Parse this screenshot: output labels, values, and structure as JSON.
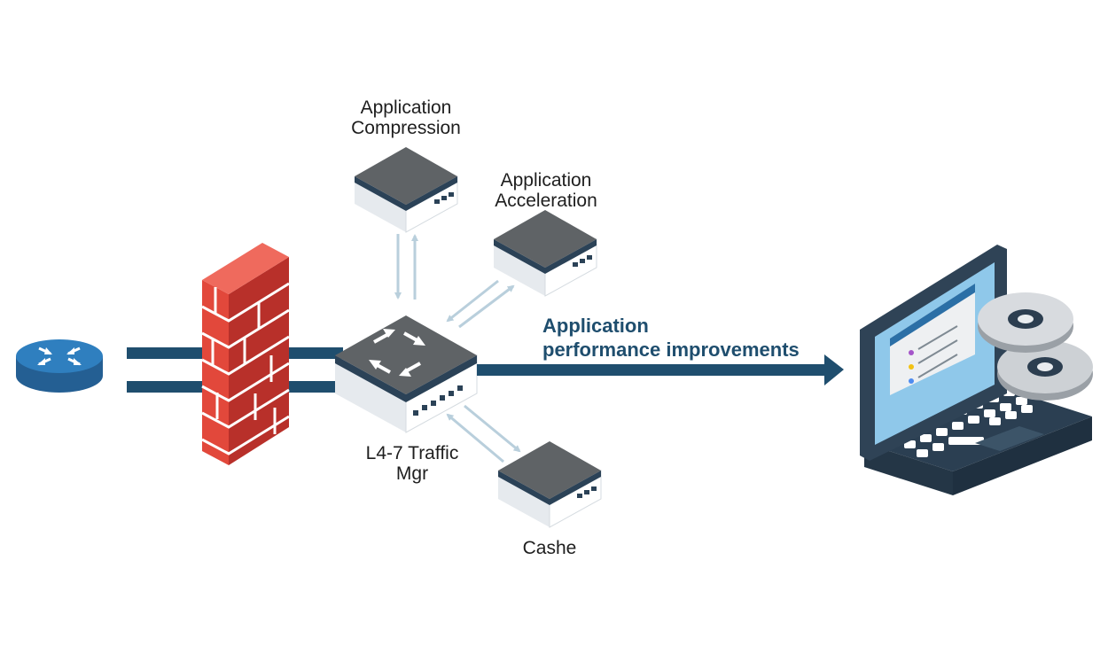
{
  "labels": {
    "compression": [
      "Application",
      "Compression"
    ],
    "acceleration": [
      "Application",
      "Acceleration"
    ],
    "traffic_mgr": [
      "L4-7 Traffic",
      "Mgr"
    ],
    "cache": "Cashe"
  },
  "headline": [
    "Application",
    "performance improvements"
  ],
  "colors": {
    "link_navy": "#1f4e6e",
    "firewall_red": "#e2483b",
    "appliance_top": "#5f6366",
    "appliance_stripe": "#2b4257",
    "flow_arrow": "#b9cfdc",
    "router_blue": "#2c77b4",
    "laptop_body": "#2f4356",
    "screen_blue": "#8fc8ea",
    "disc_grey": "#c9ccd0"
  },
  "icons": [
    "router-icon",
    "firewall-icon",
    "traffic-manager-switch-icon",
    "server-appliance-icon",
    "laptop-icon",
    "disc-icon"
  ]
}
